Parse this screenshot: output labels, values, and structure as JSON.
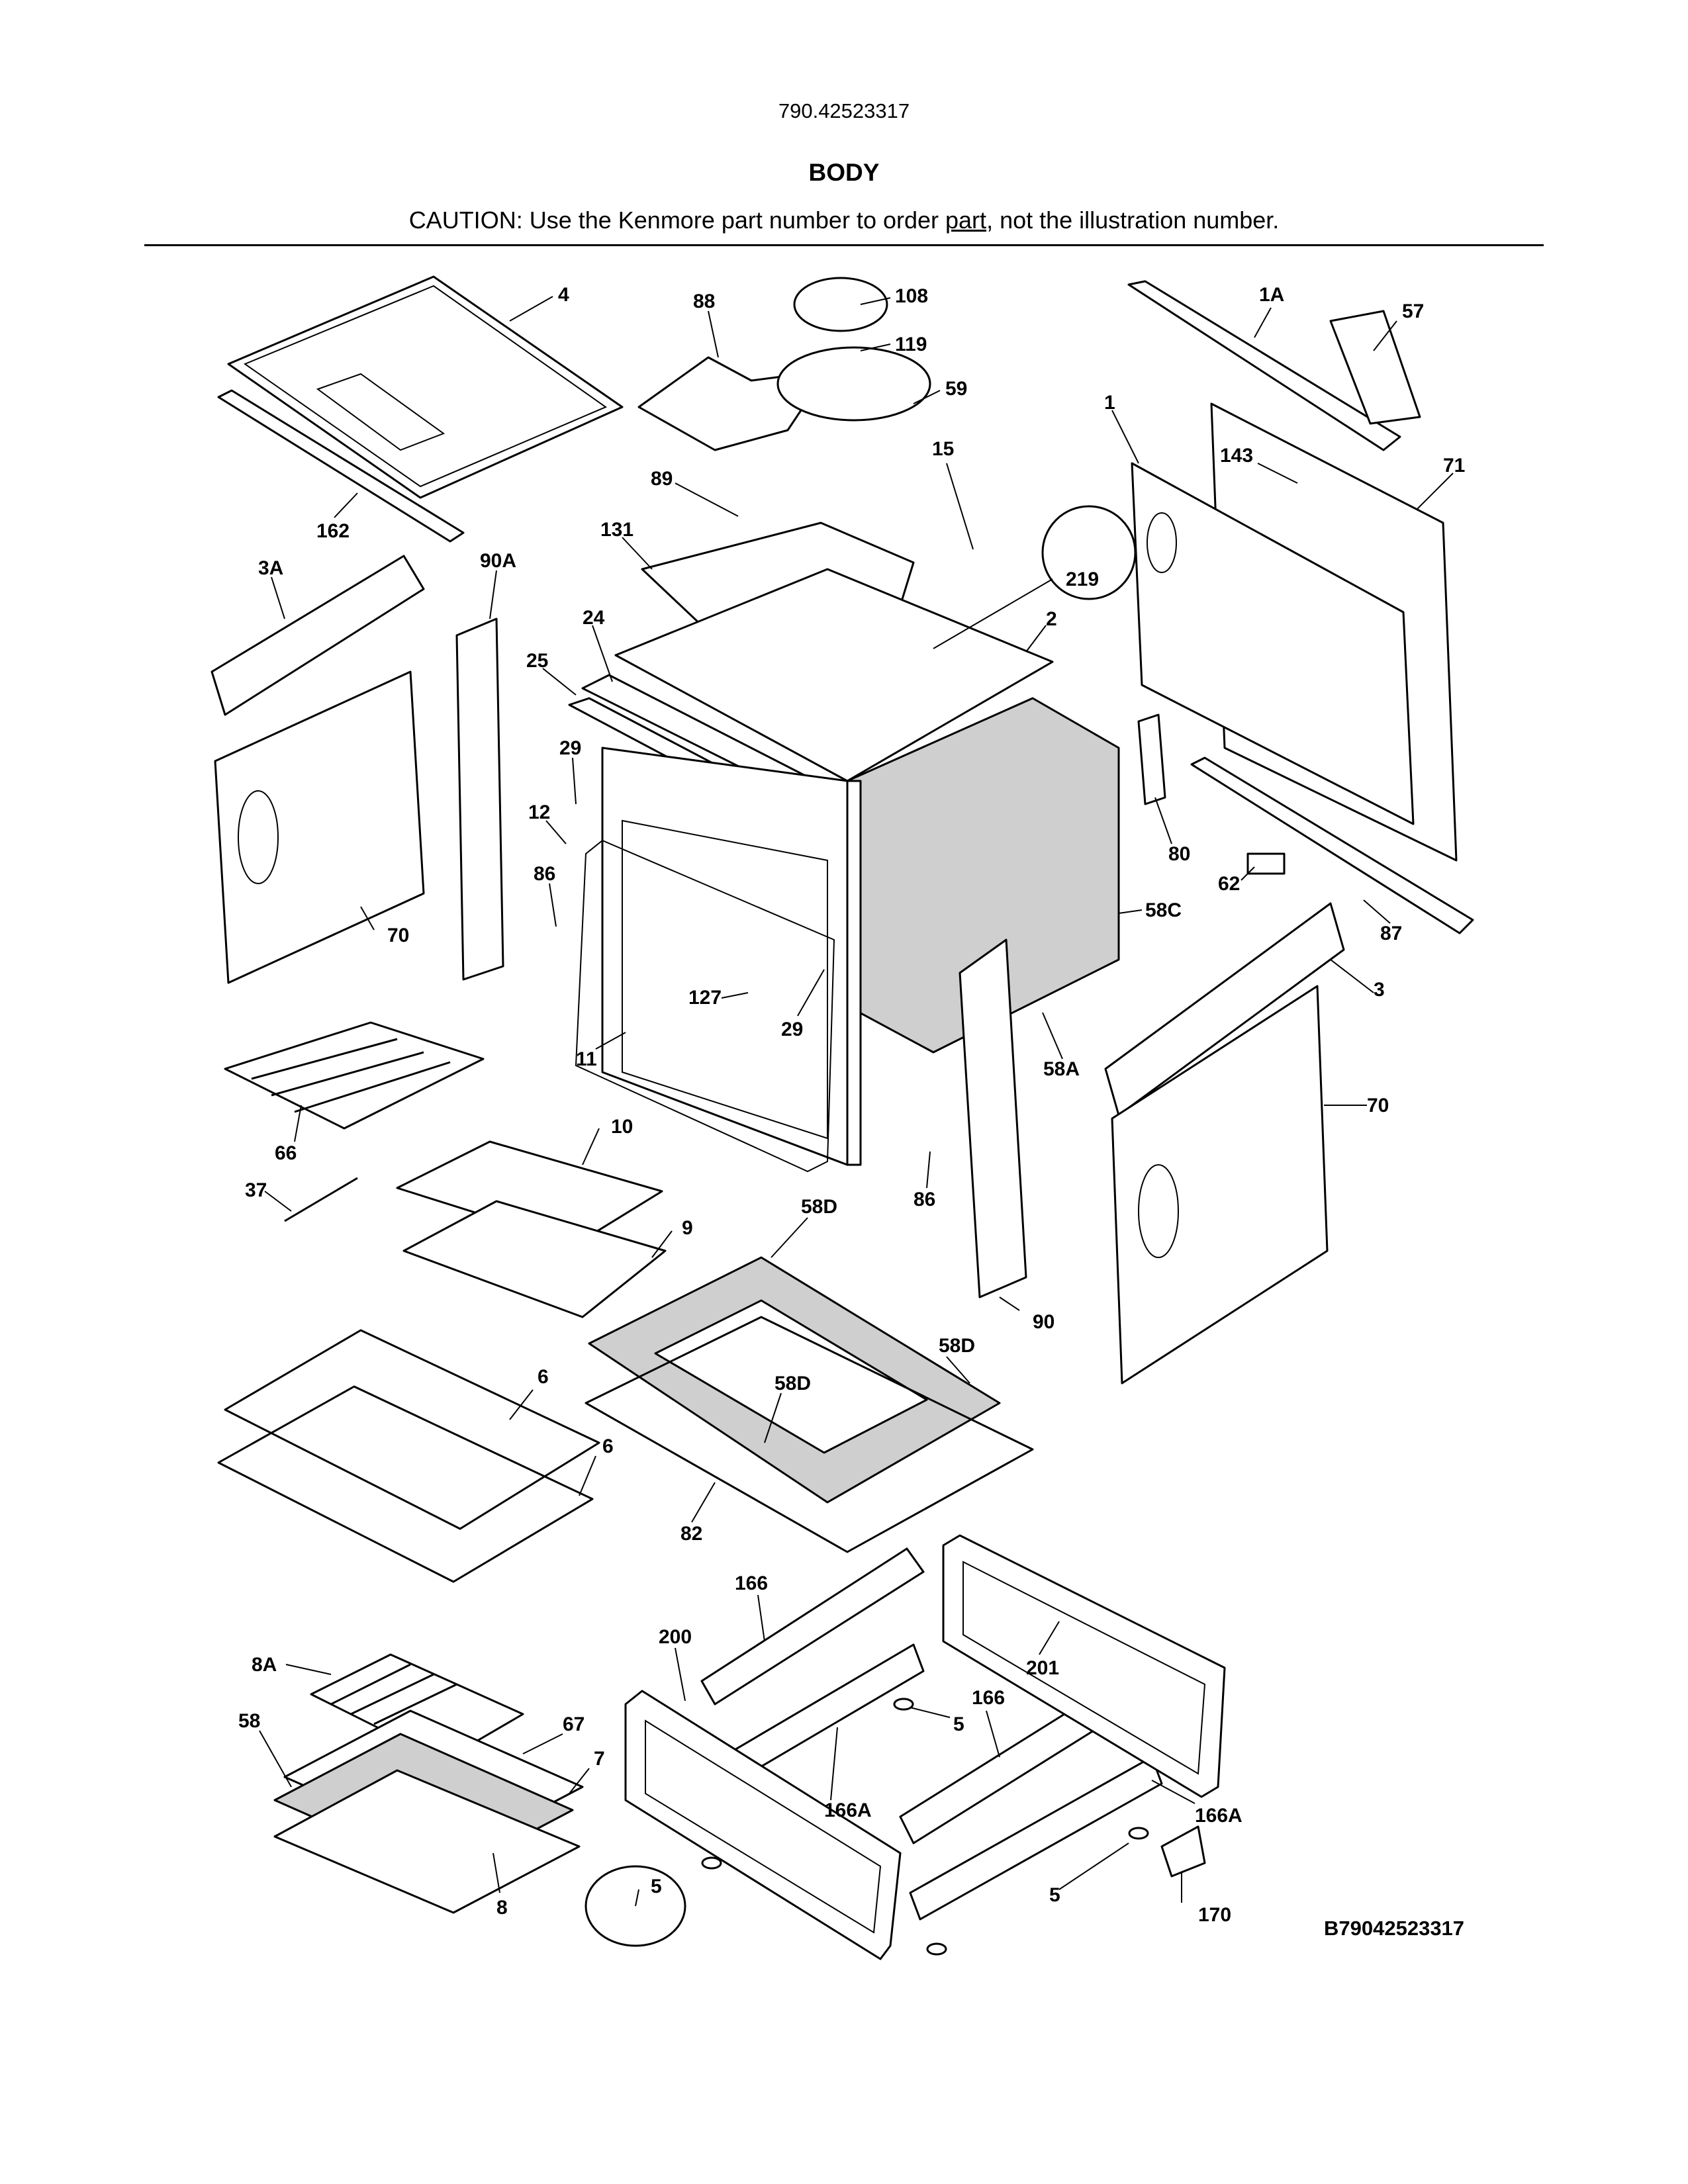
{
  "header": {
    "model_number": "790.42523317",
    "section_title": "BODY",
    "caution_prefix": "CAUTION: Use the Kenmore part number to order ",
    "caution_link": "part",
    "caution_suffix": ", not the illustration number."
  },
  "drawing_number": "B79042523317",
  "callouts": [
    "4",
    "88",
    "108",
    "119",
    "59",
    "1A",
    "57",
    "1",
    "143",
    "71",
    "162",
    "89",
    "15",
    "3A",
    "90A",
    "131",
    "219",
    "24",
    "2",
    "25",
    "29",
    "12",
    "80",
    "86",
    "62",
    "87",
    "58C",
    "70",
    "3",
    "127",
    "29",
    "11",
    "58A",
    "70",
    "66",
    "10",
    "37",
    "86",
    "9",
    "58D",
    "90",
    "58D",
    "6",
    "58D",
    "6",
    "82",
    "166",
    "201",
    "200",
    "8A",
    "166",
    "58",
    "5",
    "67",
    "7",
    "166A",
    "166A",
    "5",
    "5",
    "170",
    "8"
  ]
}
